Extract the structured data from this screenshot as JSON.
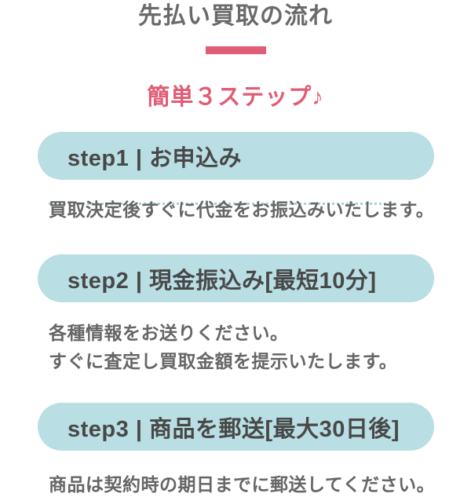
{
  "page": {
    "title": "先払い買取の流れ",
    "subtitle": "簡単３ステップ♪"
  },
  "steps": [
    {
      "label": "step1 | お申込み",
      "description_lines": [
        "買取決定後すぐに代金をお振込みいたします。"
      ]
    },
    {
      "label": "step2 | 現金振込み[最短10分]",
      "description_lines": [
        "各種情報をお送りください。",
        "すぐに査定し買取金額を提示いたします。"
      ]
    },
    {
      "label": "step3 | 商品を郵送[最大30日後]",
      "description_lines": [
        "商品は契約時の期日までに郵送してください。"
      ]
    }
  ],
  "colors": {
    "accent_pink": "#e15c74",
    "step_pill_blue": "#b9dee3",
    "title_gray": "#6a6a6a",
    "step_label_gray": "#484848",
    "description_gray": "#666666",
    "dotted_line_blue": "#a3d2db"
  }
}
